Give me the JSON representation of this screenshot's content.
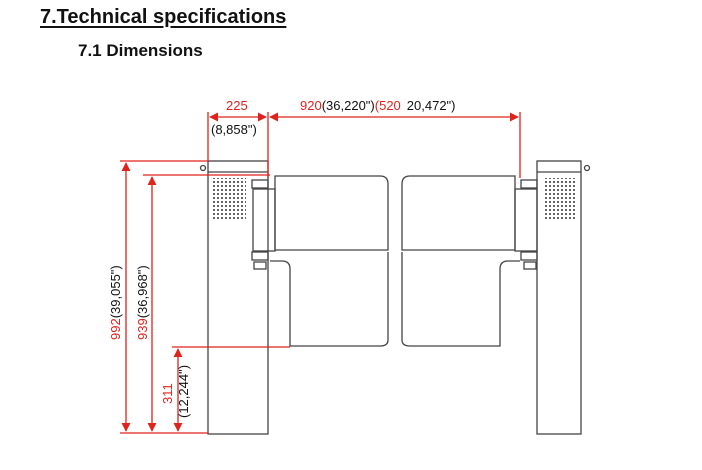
{
  "section": {
    "title": "7.Technical specifications"
  },
  "subsection": {
    "title": "7.1 Dimensions"
  },
  "dimensions": {
    "width_post": {
      "mm": "225",
      "inch": "(8,858\")"
    },
    "width_passage": {
      "mm": "920",
      "inch": "(36,220\")",
      "alt_prefix": "(",
      "alt_mm": "520",
      "alt_inch": "20,472\")"
    },
    "height_total": {
      "mm": "992",
      "inch": "(39,055\")"
    },
    "height_gate": {
      "mm": "939",
      "inch": "(36,968\")"
    },
    "height_bottom": {
      "mm": "311",
      "inch": "(12,244\")"
    }
  },
  "colors": {
    "dimension": "#e0221c",
    "outline": "#444444",
    "text": "#111111"
  }
}
